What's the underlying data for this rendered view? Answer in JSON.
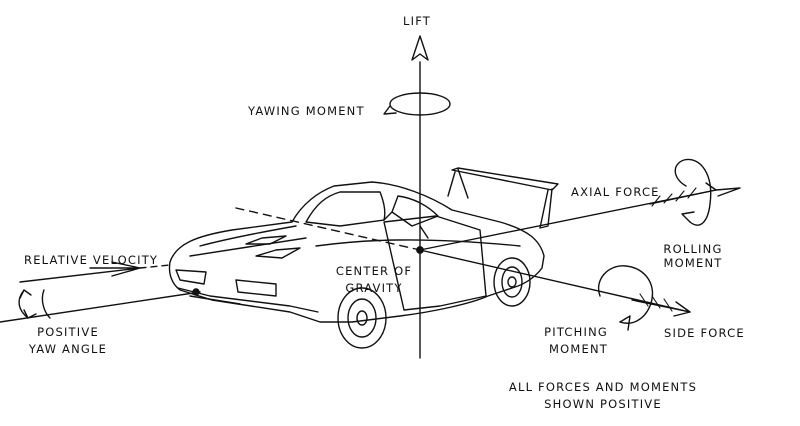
{
  "labels": {
    "lift": "LIFT",
    "yawing_moment": "YAWING MOMENT",
    "axial_force": "AXIAL FORCE",
    "rolling_moment": [
      "ROLLING",
      "MOMENT"
    ],
    "relative_velocity": "RELATIVE VELOCITY",
    "center_of_gravity": [
      "CENTER OF",
      "GRAVITY"
    ],
    "positive_yaw_angle": [
      "POSITIVE",
      "YAW ANGLE"
    ],
    "pitching_moment": [
      "PITCHING",
      "MOMENT"
    ],
    "side_force": "SIDE FORCE",
    "note": [
      "ALL FORCES AND MOMENTS",
      "SHOWN POSITIVE"
    ]
  },
  "colors": {
    "ink": "#111111",
    "background": "#ffffff"
  }
}
